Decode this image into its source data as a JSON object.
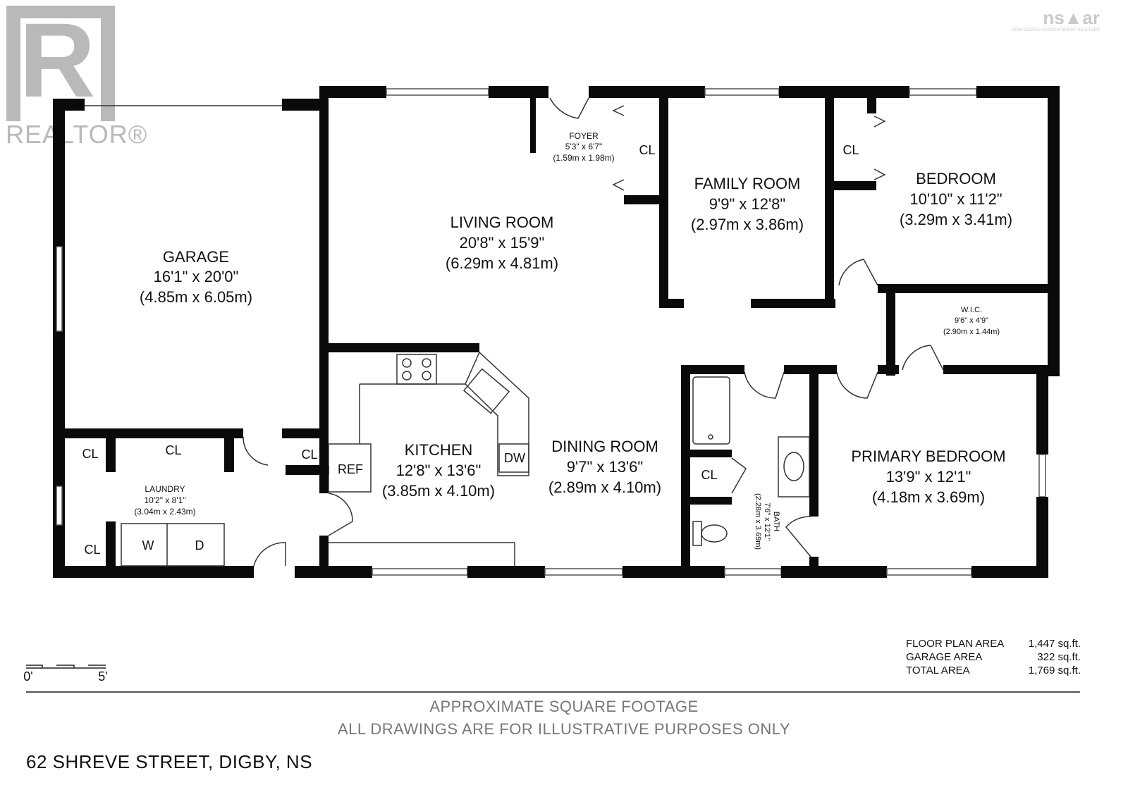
{
  "logo": {
    "text": "REALTOR®",
    "letter": "R"
  },
  "assoc_logo": {
    "text": "ns▲ar",
    "sub": "NOVA SCOTIA ASSOCIATION OF REALTORS"
  },
  "rooms": {
    "garage": {
      "name": "GARAGE",
      "imperial": "16'1\" x 20'0\"",
      "metric": "(4.85m x 6.05m)"
    },
    "living": {
      "name": "LIVING ROOM",
      "imperial": "20'8\" x 15'9\"",
      "metric": "(6.29m x 4.81m)"
    },
    "foyer": {
      "name": "FOYER",
      "imperial": "5'3\" x 6'7\"",
      "metric": "(1.59m x 1.98m)"
    },
    "family": {
      "name": "FAMILY ROOM",
      "imperial": "9'9\" x 12'8\"",
      "metric": "(2.97m x 3.86m)"
    },
    "bedroom": {
      "name": "BEDROOM",
      "imperial": "10'10\" x 11'2\"",
      "metric": "(3.29m x 3.41m)"
    },
    "wic": {
      "name": "W.I.C.",
      "imperial": "9'6\" x 4'9\"",
      "metric": "(2.90m x 1.44m)"
    },
    "kitchen": {
      "name": "KITCHEN",
      "imperial": "12'8\" x 13'6\"",
      "metric": "(3.85m x 4.10m)"
    },
    "dining": {
      "name": "DINING ROOM",
      "imperial": "9'7\" x 13'6\"",
      "metric": "(2.89m x 4.10m)"
    },
    "bath": {
      "name": "BATH",
      "imperial": "7'6\" x 12'1\"",
      "metric": "(2.28m x 3.69m)"
    },
    "primary": {
      "name": "PRIMARY BEDROOM",
      "imperial": "13'9\" x 12'1\"",
      "metric": "(4.18m x 3.69m)"
    },
    "laundry": {
      "name": "LAUNDRY",
      "imperial": "10'2\" x 8'1\"",
      "metric": "(3.04m x 2.43m)"
    }
  },
  "fixtures": {
    "cl": "CL",
    "ref": "REF",
    "dw": "DW",
    "washer": "W",
    "dryer": "D"
  },
  "scale": {
    "start": "0'",
    "end": "5'"
  },
  "areas": [
    {
      "label": "FLOOR PLAN AREA",
      "value": "1,447 sq.ft."
    },
    {
      "label": "GARAGE AREA",
      "value": "322 sq.ft."
    },
    {
      "label": "TOTAL AREA",
      "value": "1,769 sq.ft."
    }
  ],
  "disclaimer": {
    "line1": "APPROXIMATE SQUARE FOOTAGE",
    "line2": "ALL DRAWINGS ARE FOR ILLUSTRATIVE PURPOSES ONLY"
  },
  "address": "62 SHREVE STREET, DIGBY, NS"
}
